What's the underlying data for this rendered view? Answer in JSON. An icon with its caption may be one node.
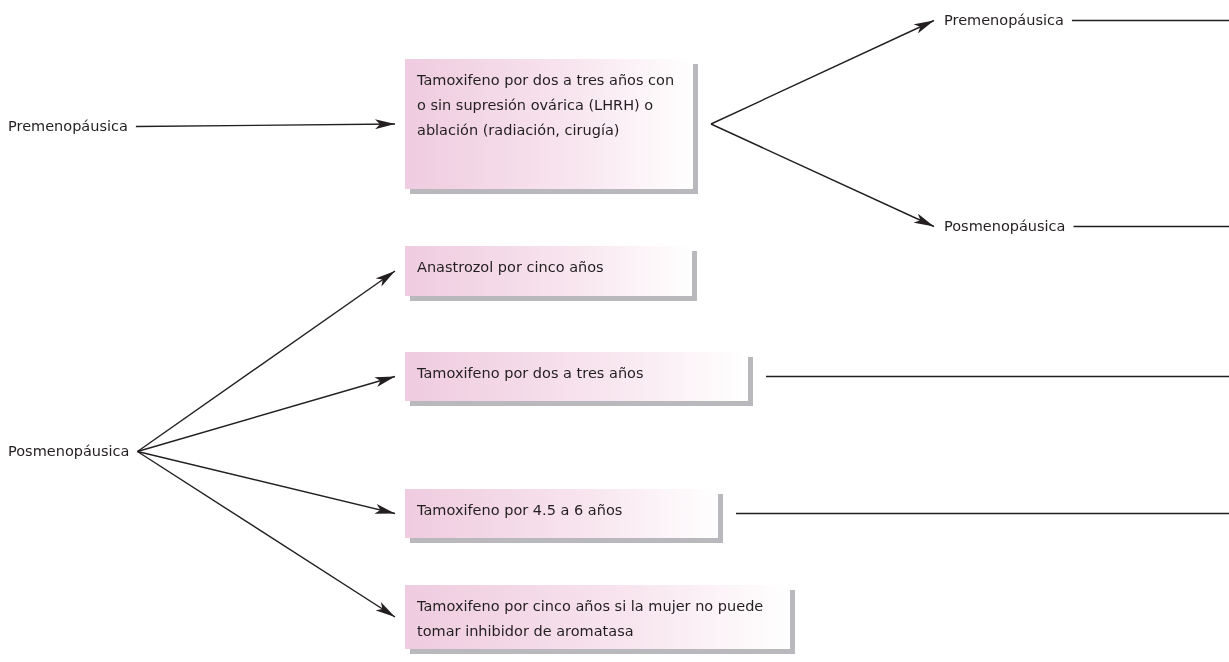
{
  "diagram": {
    "nodes": [
      {
        "text": [
          "Premenopáusica"
        ]
      },
      {
        "text": [
          "Tamoxifeno por dos a tres años con o sin supresión ovárica (LHRH) o ablación (radiación, cirugía)"
        ]
      },
      {
        "text": [
          "Premenopáusica"
        ]
      },
      {
        "text": [
          "Posmenopáusica"
        ]
      },
      {
        "text": [
          "Posmenopáusica"
        ]
      },
      {
        "text": [
          "Anastrozol por cinco años"
        ]
      },
      {
        "text": [
          "Tamoxifeno por dos a tres años"
        ]
      },
      {
        "text": [
          "Tamoxifeno por 4.5 a 6 años"
        ]
      },
      {
        "text": [
          "Tamoxifeno por cinco años si la mujer no puede tomar inhibidor de aromatasa"
        ]
      }
    ],
    "edges": [
      {
        "from": 0,
        "to": 1,
        "arrow": "to"
      },
      {
        "from": 1,
        "to": 2,
        "arrow": "to"
      },
      {
        "from": 1,
        "to": 3,
        "arrow": "to"
      },
      {
        "from": 2,
        "to": null,
        "arrow": "none"
      },
      {
        "from": 3,
        "to": null,
        "arrow": "none"
      },
      {
        "from": 4,
        "to": 5,
        "arrow": "to"
      },
      {
        "from": 4,
        "to": 6,
        "arrow": "to"
      },
      {
        "from": 4,
        "to": 7,
        "arrow": "to"
      },
      {
        "from": 4,
        "to": 8,
        "arrow": "to"
      },
      {
        "from": 6,
        "to": null,
        "arrow": "none"
      },
      {
        "from": 7,
        "to": null,
        "arrow": "none"
      }
    ]
  }
}
